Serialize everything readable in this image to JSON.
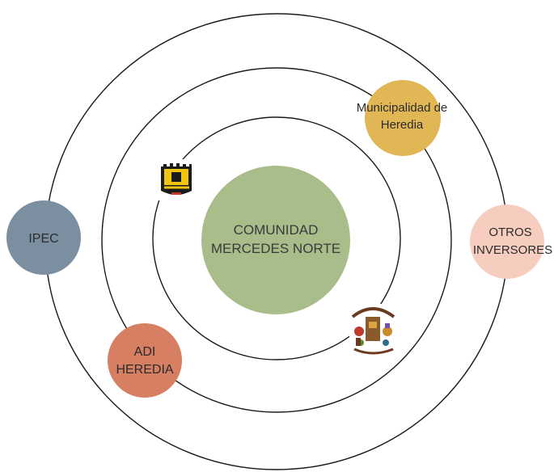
{
  "center": {
    "line1": "COMUNIDAD",
    "line2": "MERCEDES NORTE",
    "color": "#a9bd8b"
  },
  "nodes": {
    "ipec": {
      "label": "IPEC",
      "color": "#7c8fa1"
    },
    "municipalidad": {
      "line1": "Municipalidad de",
      "line2": "Heredia",
      "color": "#e1b756"
    },
    "otros": {
      "line1": "OTROS",
      "line2": "INVERSORES",
      "color": "#f6cdbf"
    },
    "adi": {
      "line1": "ADI",
      "line2": "HEREDIA",
      "color": "#d67f63"
    }
  },
  "logos": {
    "marching_band": {
      "icon": "marching-band-logo"
    },
    "compania": {
      "icon": "compania-folklorica-logo"
    }
  },
  "rings": {
    "stroke_color": "#1a1a1a"
  }
}
